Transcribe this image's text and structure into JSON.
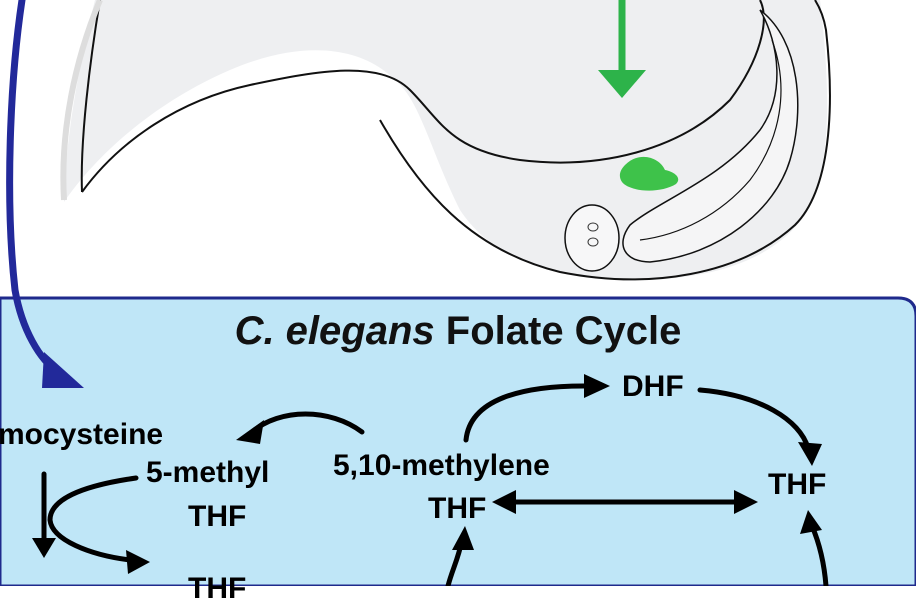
{
  "panel": {
    "title_italic": "C. elegans",
    "title_rest": "Folate Cycle"
  },
  "nodes": {
    "homocysteine": "mocysteine",
    "methyl_thf_line1": "5-methyl",
    "methyl_thf_line2": "THF",
    "methylene_thf_line1": "5,10-methylene",
    "methylene_thf_line2": "THF",
    "dhf": "DHF",
    "thf_right": "THF",
    "thf_bottom_partial": "THF"
  },
  "colors": {
    "background": "#ffffff",
    "panel_fill": "#bfe6f7",
    "panel_border": "#1f2a8c",
    "worm_fill": "#eeeff1",
    "worm_outline": "#111111",
    "green_arrow": "#2db34a",
    "green_blob": "#3ec24a",
    "blue_arrow": "#22299a",
    "black_arrow": "#000000"
  }
}
